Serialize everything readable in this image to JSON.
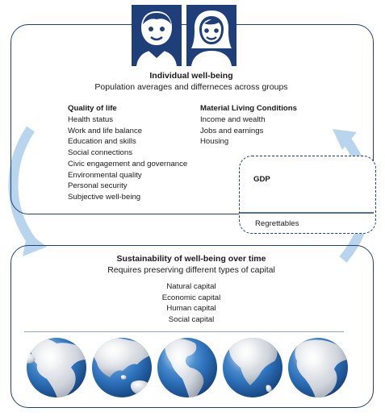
{
  "individual": {
    "title": "Individual well-being",
    "subtitle": "Population averages and differneces across groups"
  },
  "quality_of_life": {
    "heading": "Quality of life",
    "items": [
      "Health status",
      "Work and life balance",
      "Education and skills",
      "Social connections",
      "Civic engagement and governance",
      "Environmental quality",
      "Personal security",
      "Subjective well-being"
    ]
  },
  "material": {
    "heading": "Material Living Conditions",
    "items": [
      "Income and wealth",
      "Jobs and earnings",
      "Housing"
    ]
  },
  "gdp": {
    "label": "GDP",
    "regrettables": "Regrettables"
  },
  "sustainability": {
    "title": "Sustainability of well-being over time",
    "subtitle": "Requires preserving different types of capital",
    "capitals": [
      "Natural capital",
      "Economic capital",
      "Human capital",
      "Social capital"
    ]
  },
  "colors": {
    "navy": "#1f3f7a",
    "arrow": "#b9d5ee",
    "ocean": "#2b6fb5",
    "land": "#c4cad3"
  },
  "icons": [
    "man-icon",
    "woman-icon",
    "globe-icon",
    "curved-arrow-icon"
  ]
}
